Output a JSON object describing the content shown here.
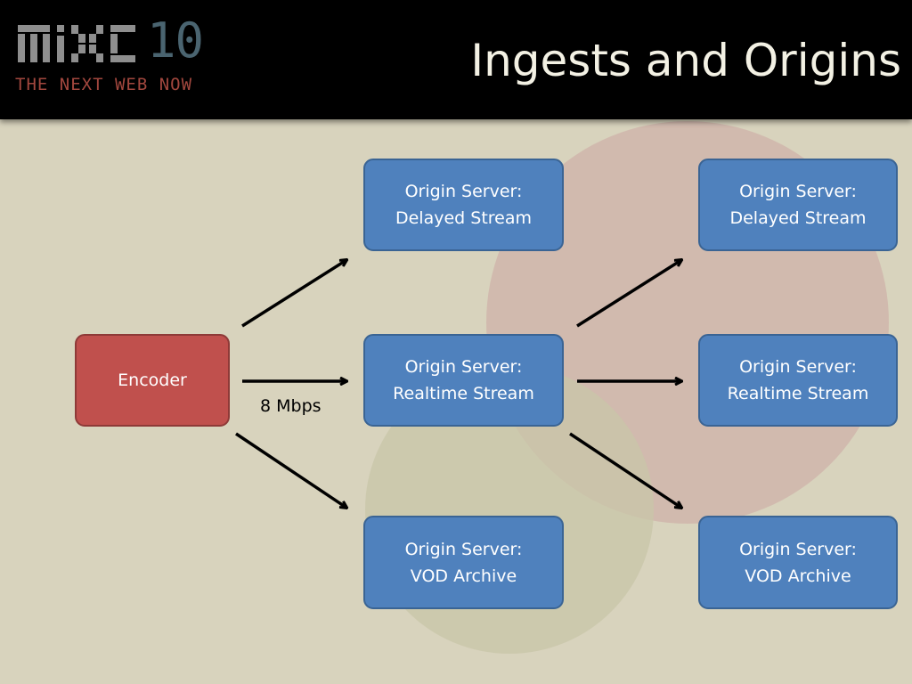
{
  "header": {
    "logo_number": "10",
    "logo_tagline": "THE NEXT WEB NOW",
    "title": "Ingests and Origins"
  },
  "colors": {
    "header_bg": "#000000",
    "slide_bg": "#d8d3bd",
    "server_box": "#4f81bd",
    "encoder_box": "#c0504d",
    "logo_number": "#4a6470",
    "logo_tagline": "#a2473e"
  },
  "diagram": {
    "encoder": {
      "label": "Encoder"
    },
    "ingest_link_label": "8 Mbps",
    "ingest_column": {
      "delayed": {
        "line1": "Origin Server:",
        "line2": "Delayed Stream"
      },
      "realtime": {
        "line1": "Origin Server:",
        "line2": "Realtime Stream"
      },
      "vod": {
        "line1": "Origin Server:",
        "line2": "VOD Archive"
      }
    },
    "origin_column": {
      "delayed": {
        "line1": "Origin Server:",
        "line2": "Delayed Stream"
      },
      "realtime": {
        "line1": "Origin Server:",
        "line2": "Realtime Stream"
      },
      "vod": {
        "line1": "Origin Server:",
        "line2": "VOD Archive"
      }
    },
    "edges": [
      {
        "from": "encoder",
        "to": "ingest_column.delayed"
      },
      {
        "from": "encoder",
        "to": "ingest_column.realtime",
        "label": "8 Mbps"
      },
      {
        "from": "encoder",
        "to": "ingest_column.vod"
      },
      {
        "from": "ingest_column.realtime",
        "to": "origin_column.delayed"
      },
      {
        "from": "ingest_column.realtime",
        "to": "origin_column.realtime"
      },
      {
        "from": "ingest_column.realtime",
        "to": "origin_column.vod"
      }
    ]
  }
}
